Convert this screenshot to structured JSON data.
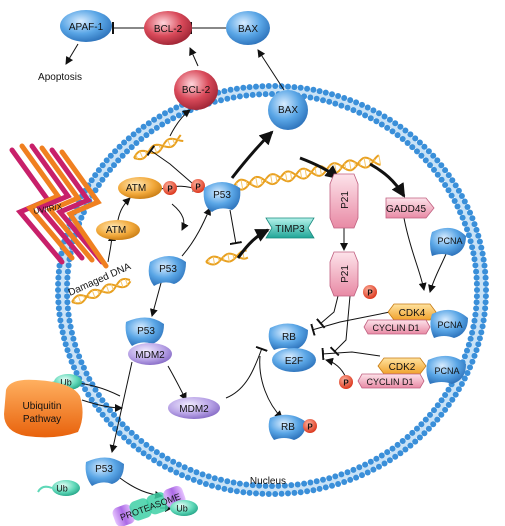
{
  "labels": {
    "apaf1": "APAF-1",
    "bcl2_top": "BCL-2",
    "bax_top": "BAX",
    "apoptosis": "Apoptosis",
    "bcl2_mem": "BCL-2",
    "bax_mem": "BAX",
    "atm_p": "ATM",
    "atm": "ATM",
    "p53_p": "P53",
    "p21_top": "P21",
    "p21_mid": "P21",
    "gadd45": "GADD45",
    "timp3": "TIMP3",
    "pcna_top": "PCNA",
    "uv": "UV/IR/X",
    "damaged_dna": "Damaged DNA",
    "p53_mid": "P53",
    "p53_mdm2_p53": "P53",
    "p53_mdm2_mdm2": "MDM2",
    "mdm2_free": "MDM2",
    "ub_top": "Ub",
    "ubiquitin_pathway": "Ubiquitin\nPathway",
    "p53_bottom": "P53",
    "ub_left": "Ub",
    "proteasome": "PROTEASOME",
    "ub_right": "Ub",
    "nucleus": "Nucleus",
    "rb": "RB",
    "e2f": "E2F",
    "rb_p": "RB",
    "cdk4": "CDK4",
    "cyclin_d1_a": "CYCLIN D1",
    "pcna_a": "PCNA",
    "cdk2": "CDK2",
    "cyclin_d1_b": "CYCLIN D1",
    "pcna_b": "PCNA",
    "phospho": "P"
  },
  "colors": {
    "membrane": "#3a8fd9",
    "blue_protein": "#5aa6e6",
    "red_protein": "#d94a5a",
    "orange_protein": "#f2a93b",
    "purple_protein": "#b8a3e6",
    "pink_protein": "#f3b8c8",
    "teal_protein": "#34c2b4",
    "phospho": "#e8442a",
    "dna": "#e8a020"
  }
}
